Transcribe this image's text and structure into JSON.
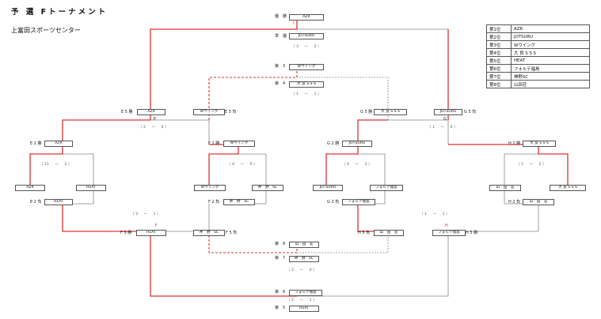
{
  "title": "予 選 Fトーナメント",
  "venue": "上富田スポーツセンター",
  "ranking": [
    {
      "place": "第1位",
      "team": "AZR"
    },
    {
      "place": "第2位",
      "team": "JOTSURU"
    },
    {
      "place": "第3位",
      "team": "Wウイング"
    },
    {
      "place": "第4位",
      "team": "大 良 S S S"
    },
    {
      "place": "第5位",
      "team": "HEAT"
    },
    {
      "place": "第6位",
      "team": "フォルテ福島"
    },
    {
      "place": "第7位",
      "team": "神野SC"
    },
    {
      "place": "第8位",
      "team": "山田荘"
    }
  ],
  "labels": {
    "champion": "優　勝",
    "runner_up": "準　優",
    "third": "第　3",
    "fourth": "第　4",
    "fifth": "第　5",
    "sixth": "第　6",
    "seventh": "第　7",
    "eighth": "第　8",
    "i": "I",
    "g": "G",
    "e": "E",
    "h": "H",
    "f": "F",
    "e5w": "E 5 勝",
    "e5l": "E 5 負",
    "g5w": "G 5 勝",
    "g5l": "G 5 負",
    "e2w": "E 2 勝",
    "e2l": "E 2 負",
    "f2w": "F 2 勝",
    "f2l": "F 2 負",
    "g2w": "G 2 勝",
    "g2l": "G 2 負",
    "h2w": "H 2 勝",
    "h2l": "H 2 負",
    "f5w": "F 5 勝",
    "f5l": "F 5 負",
    "h5w": "H 5 勝",
    "h5l": "H 5 負"
  },
  "boxes": {
    "champion": "AZR",
    "runner_up": "JOTSURU",
    "third": "Wウイング",
    "fourth": "大 良 S S S",
    "e5w": "AZR",
    "e5l": "Wウイング",
    "g5w": "大 良 S S S",
    "g5l": "JOTSURU",
    "e2w": "AZR",
    "e2l": "HEAT",
    "f2w": "Wウイング",
    "f2l": "神　野　SC",
    "g2w": "JOTSURU",
    "g2l": "フォルテ福島",
    "h2w": "大 良 S S S",
    "h2l": "山　田　荘",
    "r1": "AZR",
    "r2": "HEAT",
    "r3": "Wウイング",
    "r4": "神　野　SC",
    "r5": "JOTSURU",
    "r6": "フォルテ福島",
    "r7": "山　田　荘",
    "r8": "大 良 S S S",
    "f5w": "HEAT",
    "f5l": "神　野　SC",
    "h5w": "山　田　荘",
    "h5l": "フォルテ福島",
    "eighth": "山　田　荘",
    "seventh": "神　野　SC",
    "sixth": "フォルテ福島",
    "fifth": "HEAT"
  },
  "scores": {
    "final": "（ 3 　 ー 　 2 ）",
    "third": "（ 1 　 ー 　 1 ）",
    "e5": "（ 2 　 ー 　 0 ）",
    "g5": "（ 1 　 ー 　 0 ）",
    "e2": "（ 11 　 ー 　 2 ）",
    "f2": "（ 4 　 ー 　 0 ）",
    "g2": "（ 4 　 ー 　 2 ）",
    "h2": "（ 1 　 ー 　 2 ）",
    "f5": "（ 3 　 ー 　 1 ）",
    "h5": "（ 1 　 ー 　 1 ）",
    "seventh": "（ 2 　 ー 　 0 ）",
    "fifth": "（ 2 　 ー 　 1 ）"
  }
}
